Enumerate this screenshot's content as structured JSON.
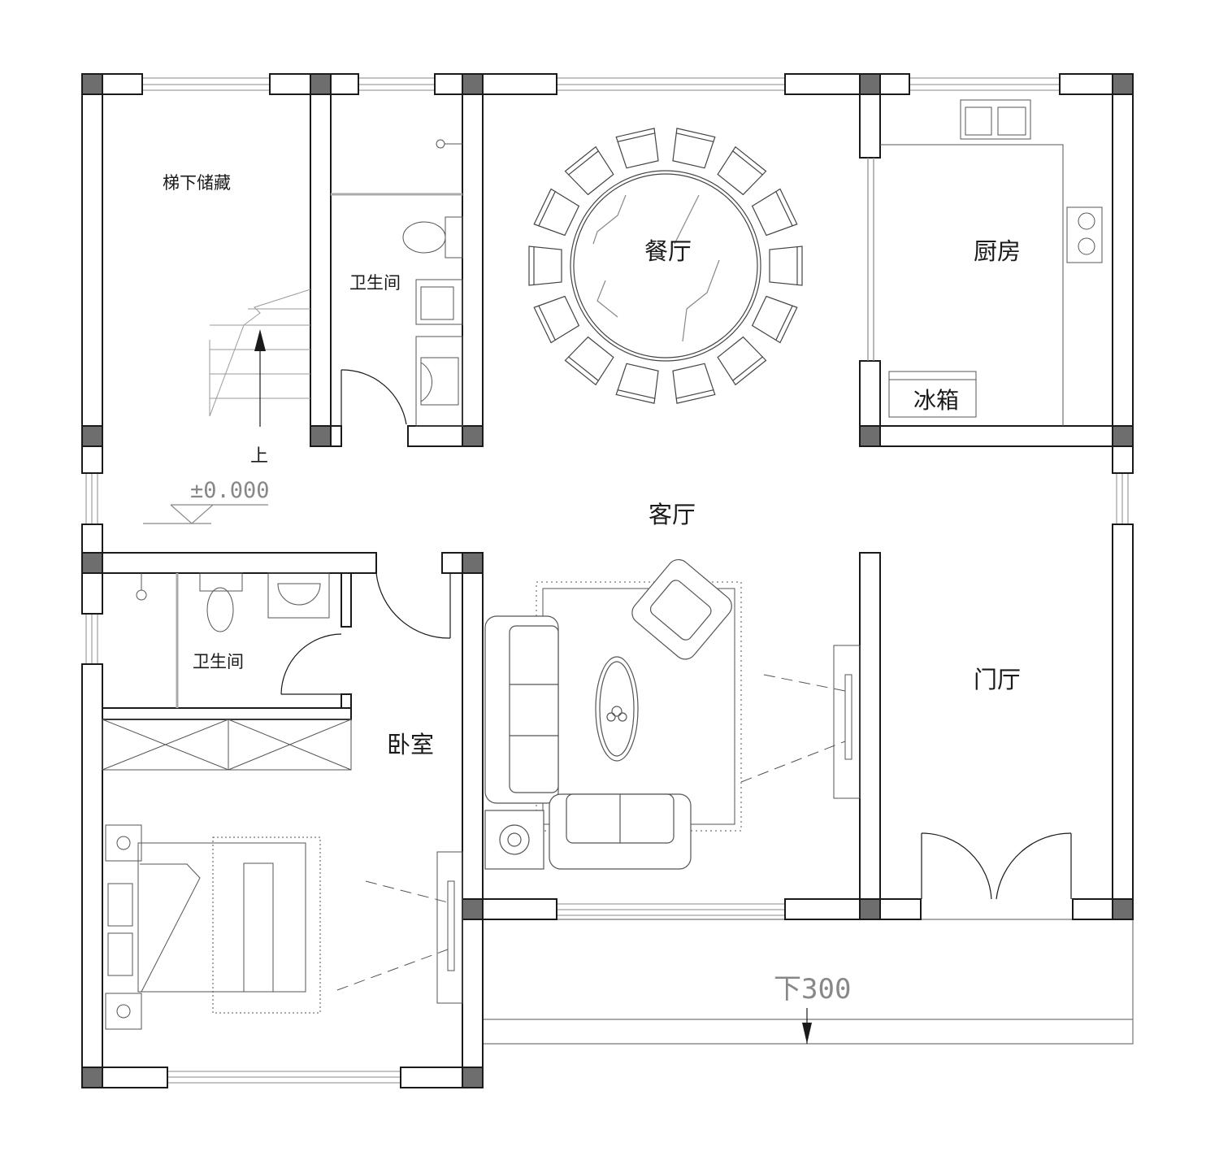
{
  "rooms": {
    "stair_storage": "梯下储藏",
    "bathroom_upper": "卫生间",
    "dining": "餐厅",
    "kitchen": "厨房",
    "living": "客厅",
    "bathroom_lower": "卫生间",
    "bedroom": "卧室",
    "entrance_hall": "门厅"
  },
  "fixtures": {
    "fridge": "冰箱"
  },
  "annotations": {
    "stair_up": "上",
    "level_mark": "±0.000",
    "step_down": "下300"
  },
  "colors": {
    "column": "#6e6e6e",
    "line": "#1a1a1a",
    "thin_line": "#777777",
    "background": "#ffffff"
  }
}
